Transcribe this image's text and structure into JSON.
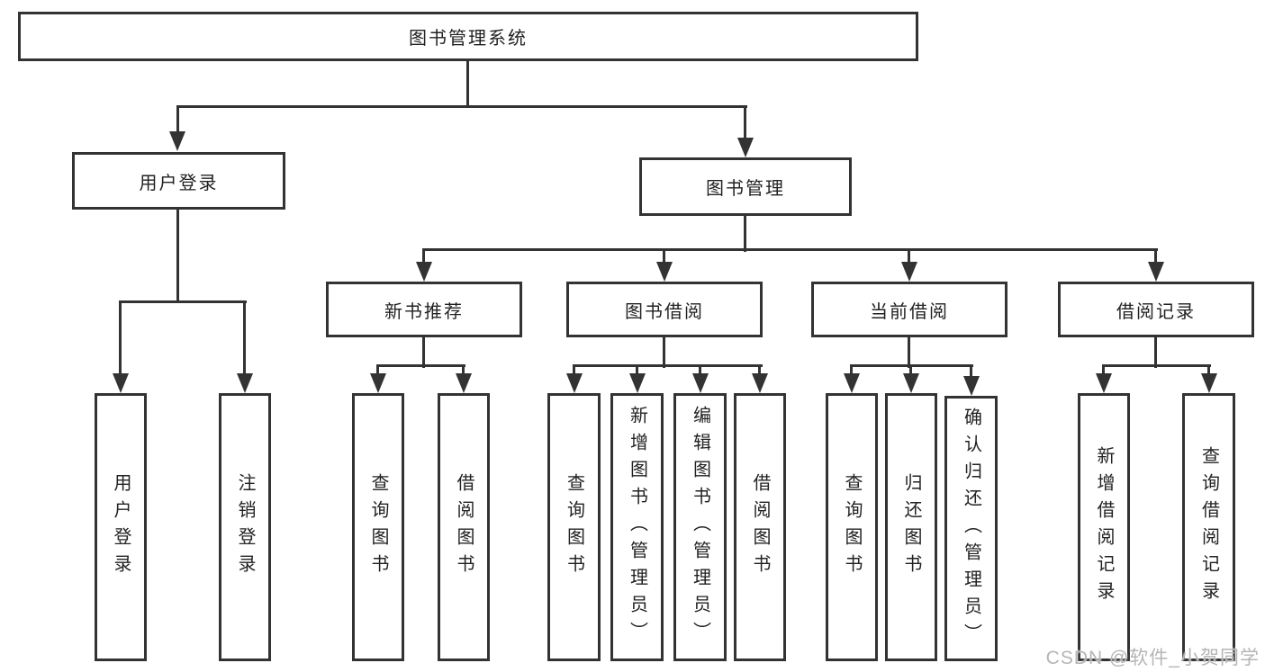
{
  "colors": {
    "line": "#333333",
    "text": "#222222",
    "box_background": "#ffffff",
    "watermark": "#b5b5b5"
  },
  "tree": {
    "root": "图书管理系统",
    "level2": [
      "用户登录",
      "图书管理"
    ],
    "level3": [
      "新书推荐",
      "图书借阅",
      "当前借阅",
      "借阅记录"
    ],
    "leaves": {
      "user_login": [
        "用户登录",
        "注销登录"
      ],
      "new_book_recommendation": [
        "查询图书",
        "借阅图书"
      ],
      "book_borrowing": [
        "查询图书",
        "新增图书（管理员）",
        "编辑图书（管理员）",
        "借阅图书"
      ],
      "current_borrowing": [
        "查询图书",
        "归还图书",
        "确认归还（管理员）"
      ],
      "borrowing_records": [
        "新增借阅记录",
        "查询借阅记录"
      ]
    }
  },
  "watermark": {
    "text": "CSDN @软件_小贺同学"
  }
}
